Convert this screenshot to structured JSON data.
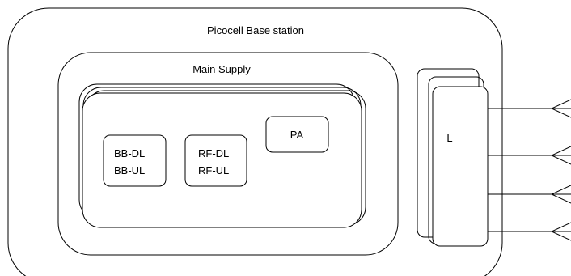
{
  "diagram": {
    "title": "Picocell Base station",
    "main_supply_label": "Main Supply",
    "blocks": {
      "bb": {
        "line1": "BB-DL",
        "line2": "BB-UL"
      },
      "rf": {
        "line1": "RF-DL",
        "line2": "RF-UL"
      },
      "pa": {
        "label": "PA"
      }
    },
    "l_unit_label": "L",
    "antenna_count": 4,
    "colors": {
      "stroke": "#000000",
      "background": "#ffffff"
    }
  }
}
